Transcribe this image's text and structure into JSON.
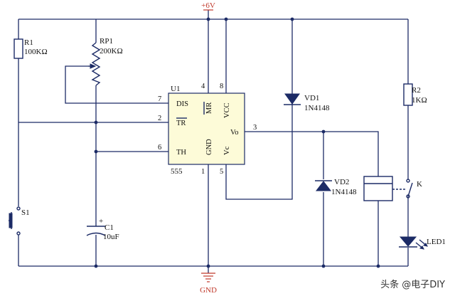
{
  "power": {
    "vcc_label": "+6V",
    "gnd_label": "GND"
  },
  "components": {
    "r1": {
      "ref": "R1",
      "value": "100KΩ"
    },
    "rp1": {
      "ref": "RP1",
      "value": "200KΩ"
    },
    "u1": {
      "ref": "U1",
      "part": "555"
    },
    "c1": {
      "ref": "C1",
      "value": "10uF",
      "polarity": "+"
    },
    "s1": {
      "ref": "S1"
    },
    "vd1": {
      "ref": "VD1",
      "part": "1N4148"
    },
    "vd2": {
      "ref": "VD2",
      "part": "1N4148"
    },
    "r2": {
      "ref": "R2",
      "value": "1KΩ"
    },
    "k": {
      "ref": "K"
    },
    "led1": {
      "ref": "LED1"
    }
  },
  "ic_pins": {
    "dis": {
      "name": "DIS",
      "num": "7"
    },
    "tr": {
      "name": "TR",
      "num": "2"
    },
    "th": {
      "name": "TH",
      "num": "6"
    },
    "mr": {
      "name": "MR",
      "num": "4"
    },
    "vcc": {
      "name": "VCC",
      "num": "8"
    },
    "vo": {
      "name": "Vo",
      "num": "3"
    },
    "gnd": {
      "name": "GND",
      "num": "1"
    },
    "vc": {
      "name": "Vc",
      "num": "5"
    }
  },
  "watermark": "头条 @电子DIY",
  "colors": {
    "wire": "#1c2b66",
    "power": "#c0392b",
    "chip_fill": "#fdfbd8"
  }
}
